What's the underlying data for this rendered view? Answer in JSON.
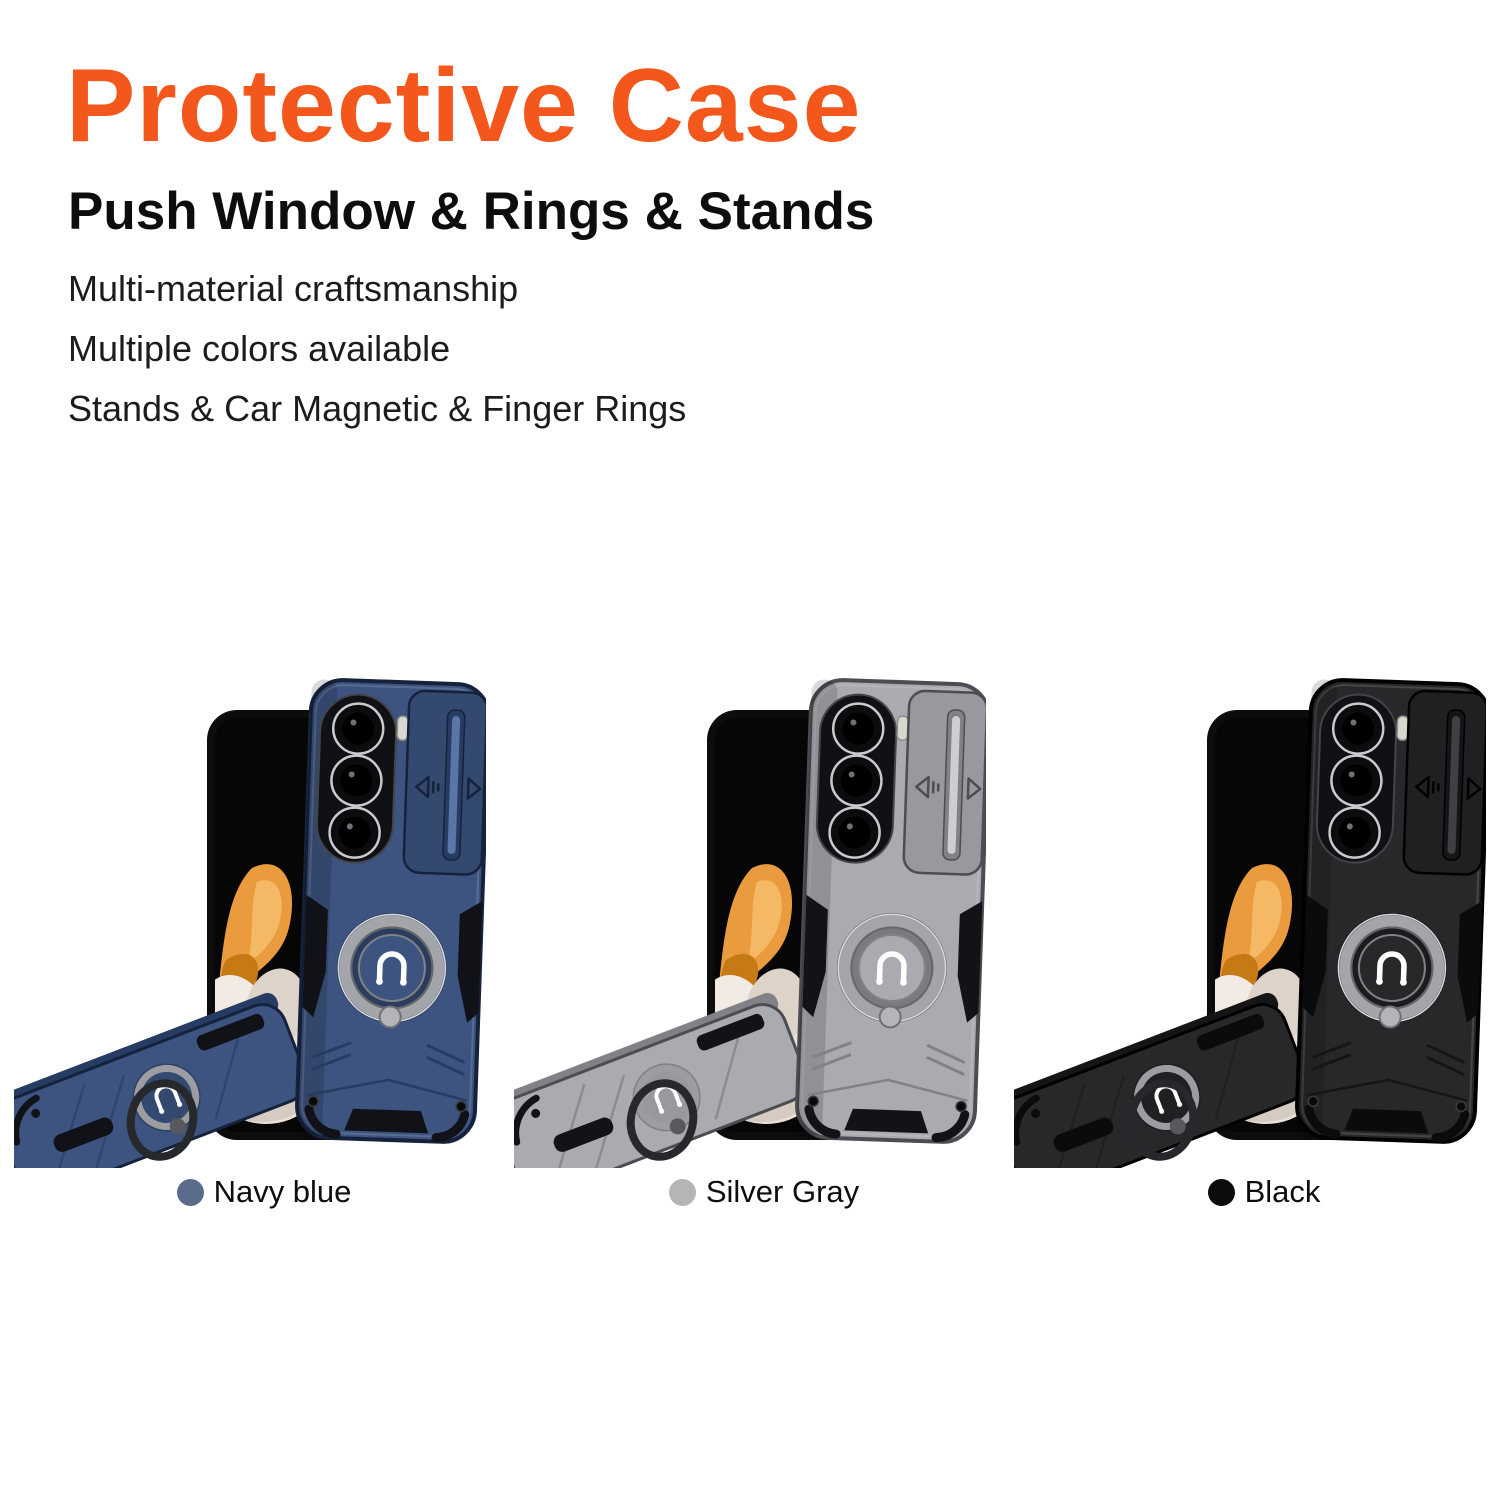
{
  "header": {
    "title": "Protective Case",
    "title_color": "#F4571C",
    "subtitle": "Push Window & Rings & Stands",
    "features": [
      "Multi-material craftsmanship",
      "Multiple colors available",
      "Stands & Car Magnetic & Finger Rings"
    ]
  },
  "products": [
    {
      "name": "Navy blue",
      "swatch": "#5a6b8c",
      "vars": {
        "--c-main": "#3d5480",
        "--c-light": "#5a76a6",
        "--c-dark": "#273c62",
        "--c-shade": "#34496f",
        "--c-edge": "#16223c",
        "--c-insert": "#101218"
      }
    },
    {
      "name": "Silver Gray",
      "swatch": "#b5b5b5",
      "vars": {
        "--c-main": "#a9abb0",
        "--c-light": "#cdced2",
        "--c-dark": "#808287",
        "--c-shade": "#97999e",
        "--c-edge": "#4b4d52",
        "--c-insert": "#121316"
      }
    },
    {
      "name": "Black",
      "swatch": "#0c0c0c",
      "vars": {
        "--c-main": "#28282a",
        "--c-light": "#404044",
        "--c-dark": "#151517",
        "--c-shade": "#202022",
        "--c-edge": "#000000",
        "--c-insert": "#0b0b0d"
      }
    }
  ],
  "scene_colors": {
    "screen_black": "#060606",
    "flower_orange": "#e99b3e",
    "flower_orange_light": "#f6bd6a",
    "flower_orange_dark": "#c67a15",
    "flower_cream": "#e9e1d9",
    "ring_metal": "#a3a5aa",
    "hanging_ring": "#26282b",
    "logo_white": "#ffffff"
  }
}
